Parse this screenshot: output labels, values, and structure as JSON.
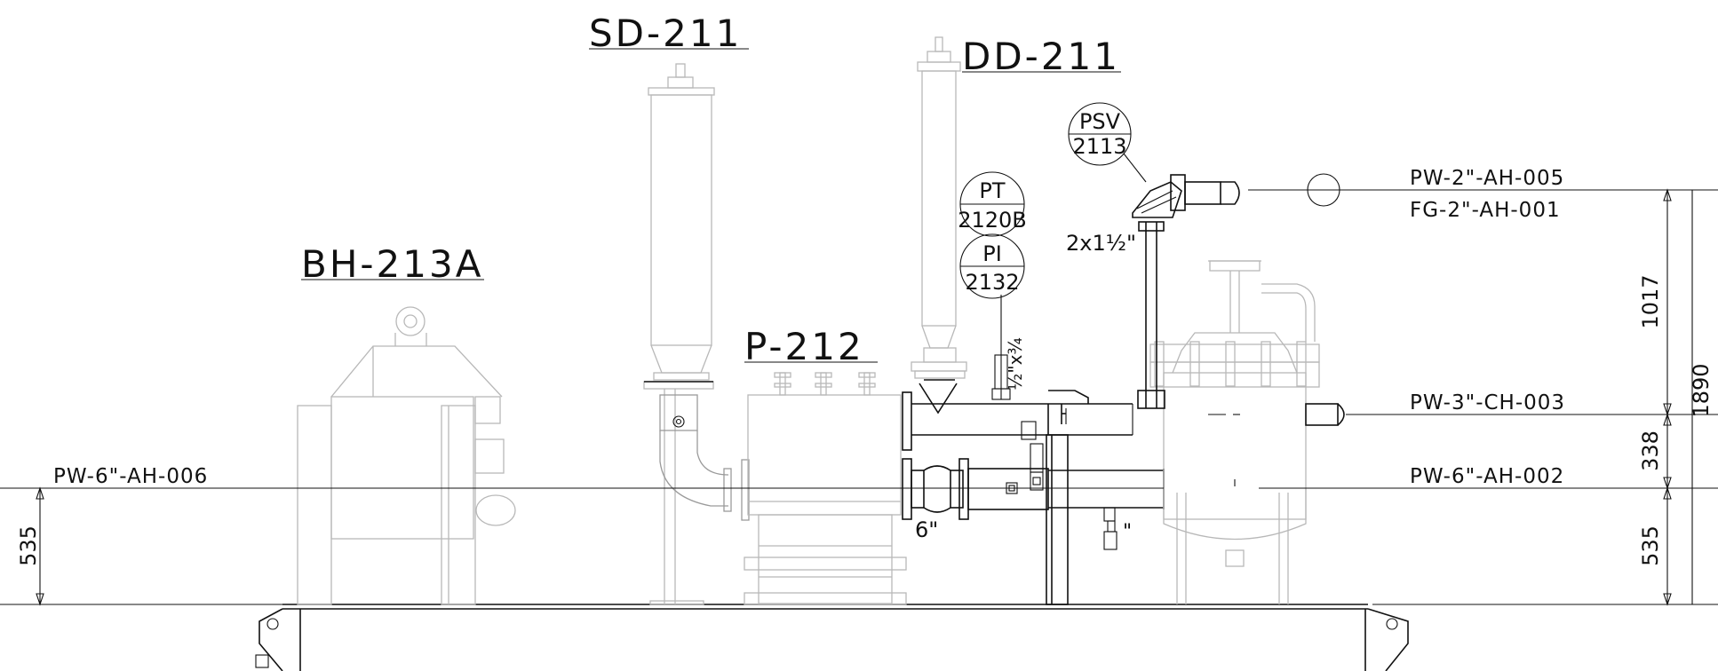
{
  "equipment": {
    "sd": "SD-211",
    "dd": "DD-211",
    "bh": "BH-213A",
    "p": "P-212"
  },
  "instruments": {
    "psv_top": "PSV",
    "psv_bot": "2113",
    "pt_top": "PT",
    "pt_bot": "2120B",
    "pi_top": "PI",
    "pi_bot": "2132"
  },
  "lines": {
    "pw2_ah005": "PW-2\"-AH-005",
    "fg2_ah001": "FG-2\"-AH-001",
    "pw3_ch003": "PW-3\"-CH-003",
    "pw6_ah002": "PW-6\"-AH-002",
    "pw6_ah006": "PW-6\"-AH-006"
  },
  "sizes": {
    "two_x_1half": "2x1½\"",
    "inlet_6": "6\"",
    "half_x_3q": "½\"x¾",
    "drain": "\""
  },
  "dimensions": {
    "d1017": "1017",
    "d1890": "1890",
    "d338": "338",
    "d535_right": "535",
    "d535_left": "535"
  }
}
